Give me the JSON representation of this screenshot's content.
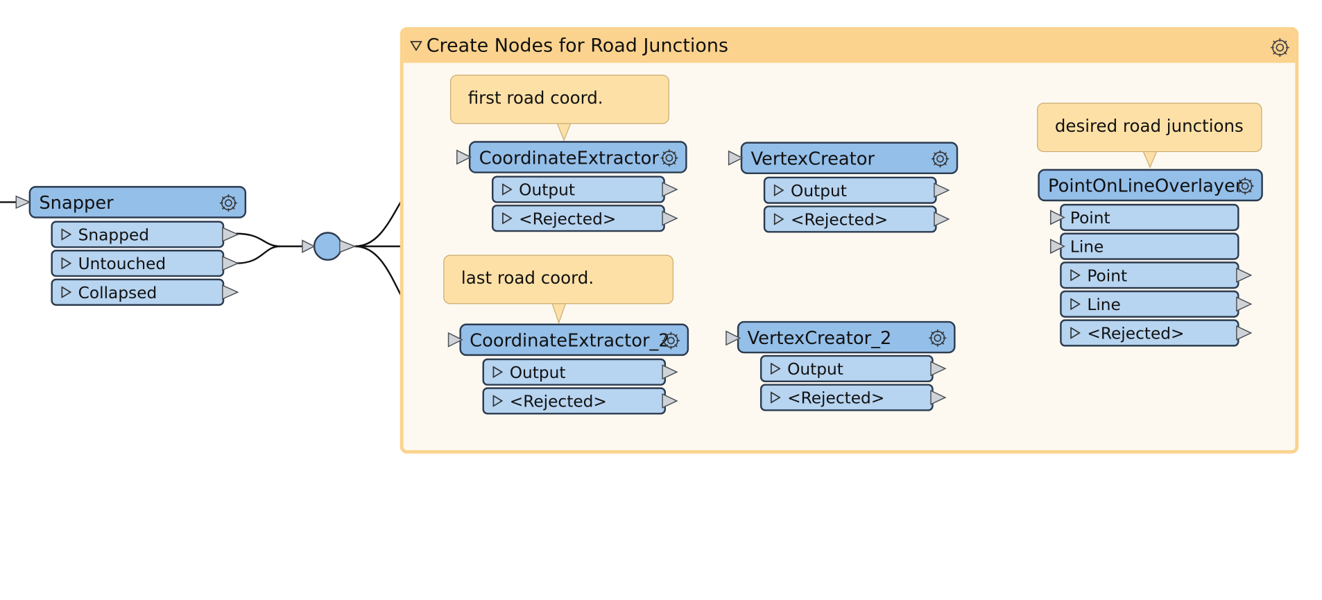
{
  "bookmark": {
    "title": "Create Nodes for Road Junctions"
  },
  "notes": {
    "first": "first road coord.",
    "last": "last road coord.",
    "desired": "desired road junctions"
  },
  "transformers": {
    "snapper": {
      "name": "Snapper",
      "ports": [
        "Snapped",
        "Untouched",
        "Collapsed"
      ]
    },
    "coord1": {
      "name": "CoordinateExtractor",
      "ports": [
        "Output",
        "<Rejected>"
      ]
    },
    "coord2": {
      "name": "CoordinateExtractor_2",
      "ports": [
        "Output",
        "<Rejected>"
      ]
    },
    "vertex1": {
      "name": "VertexCreator",
      "ports": [
        "Output",
        "<Rejected>"
      ]
    },
    "vertex2": {
      "name": "VertexCreator_2",
      "ports": [
        "Output",
        "<Rejected>"
      ]
    },
    "overlayer": {
      "name": "PointOnLineOverlayer",
      "inputs": [
        "Point",
        "Line"
      ],
      "ports": [
        "Point",
        "Line",
        "<Rejected>"
      ]
    }
  },
  "colors": {
    "bookmark_header": "#fbd38e",
    "bookmark_body": "#fdf9f1",
    "transformer_header": "#94bfe9",
    "port_fill": "#b7d4f0",
    "annotation_fill": "#fde0a6"
  },
  "icons": {
    "gear": "gear-icon",
    "expand": "expand-triangle-icon",
    "collapse": "collapse-triangle-icon"
  }
}
